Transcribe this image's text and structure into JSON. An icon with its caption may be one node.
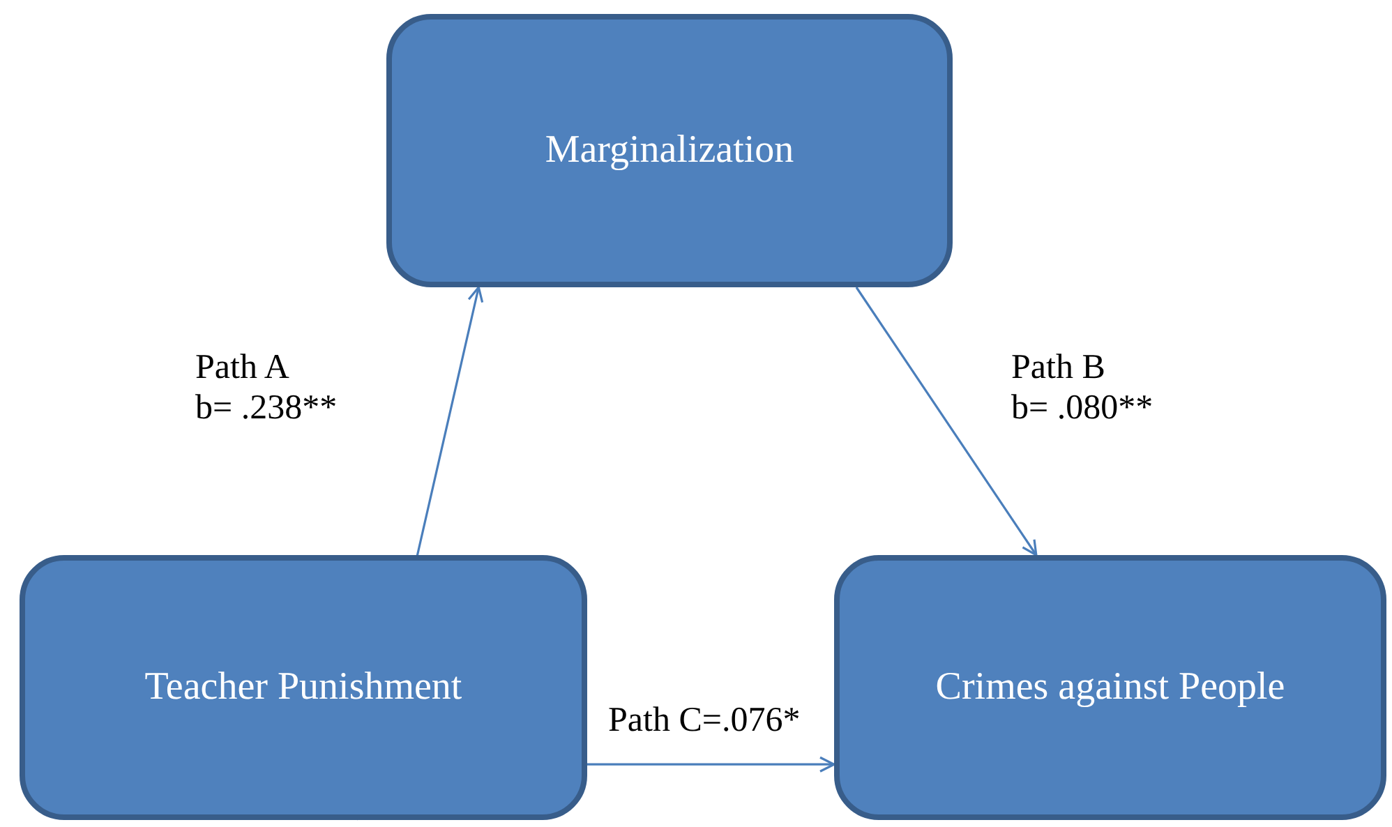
{
  "diagram": {
    "nodes": [
      {
        "text": [
          "Marginalization"
        ]
      },
      {
        "text": [
          "Teacher Punishment"
        ]
      },
      {
        "text": [
          "Crimes against People"
        ]
      }
    ],
    "edges": [
      {
        "from": 1,
        "to": 0,
        "arrow": "to",
        "label": "Path A b= .238**"
      },
      {
        "from": 0,
        "to": 2,
        "arrow": "to",
        "label": "Path B b= .080**"
      },
      {
        "from": 1,
        "to": 2,
        "arrow": "to",
        "label": "Path C=.076*"
      }
    ]
  }
}
